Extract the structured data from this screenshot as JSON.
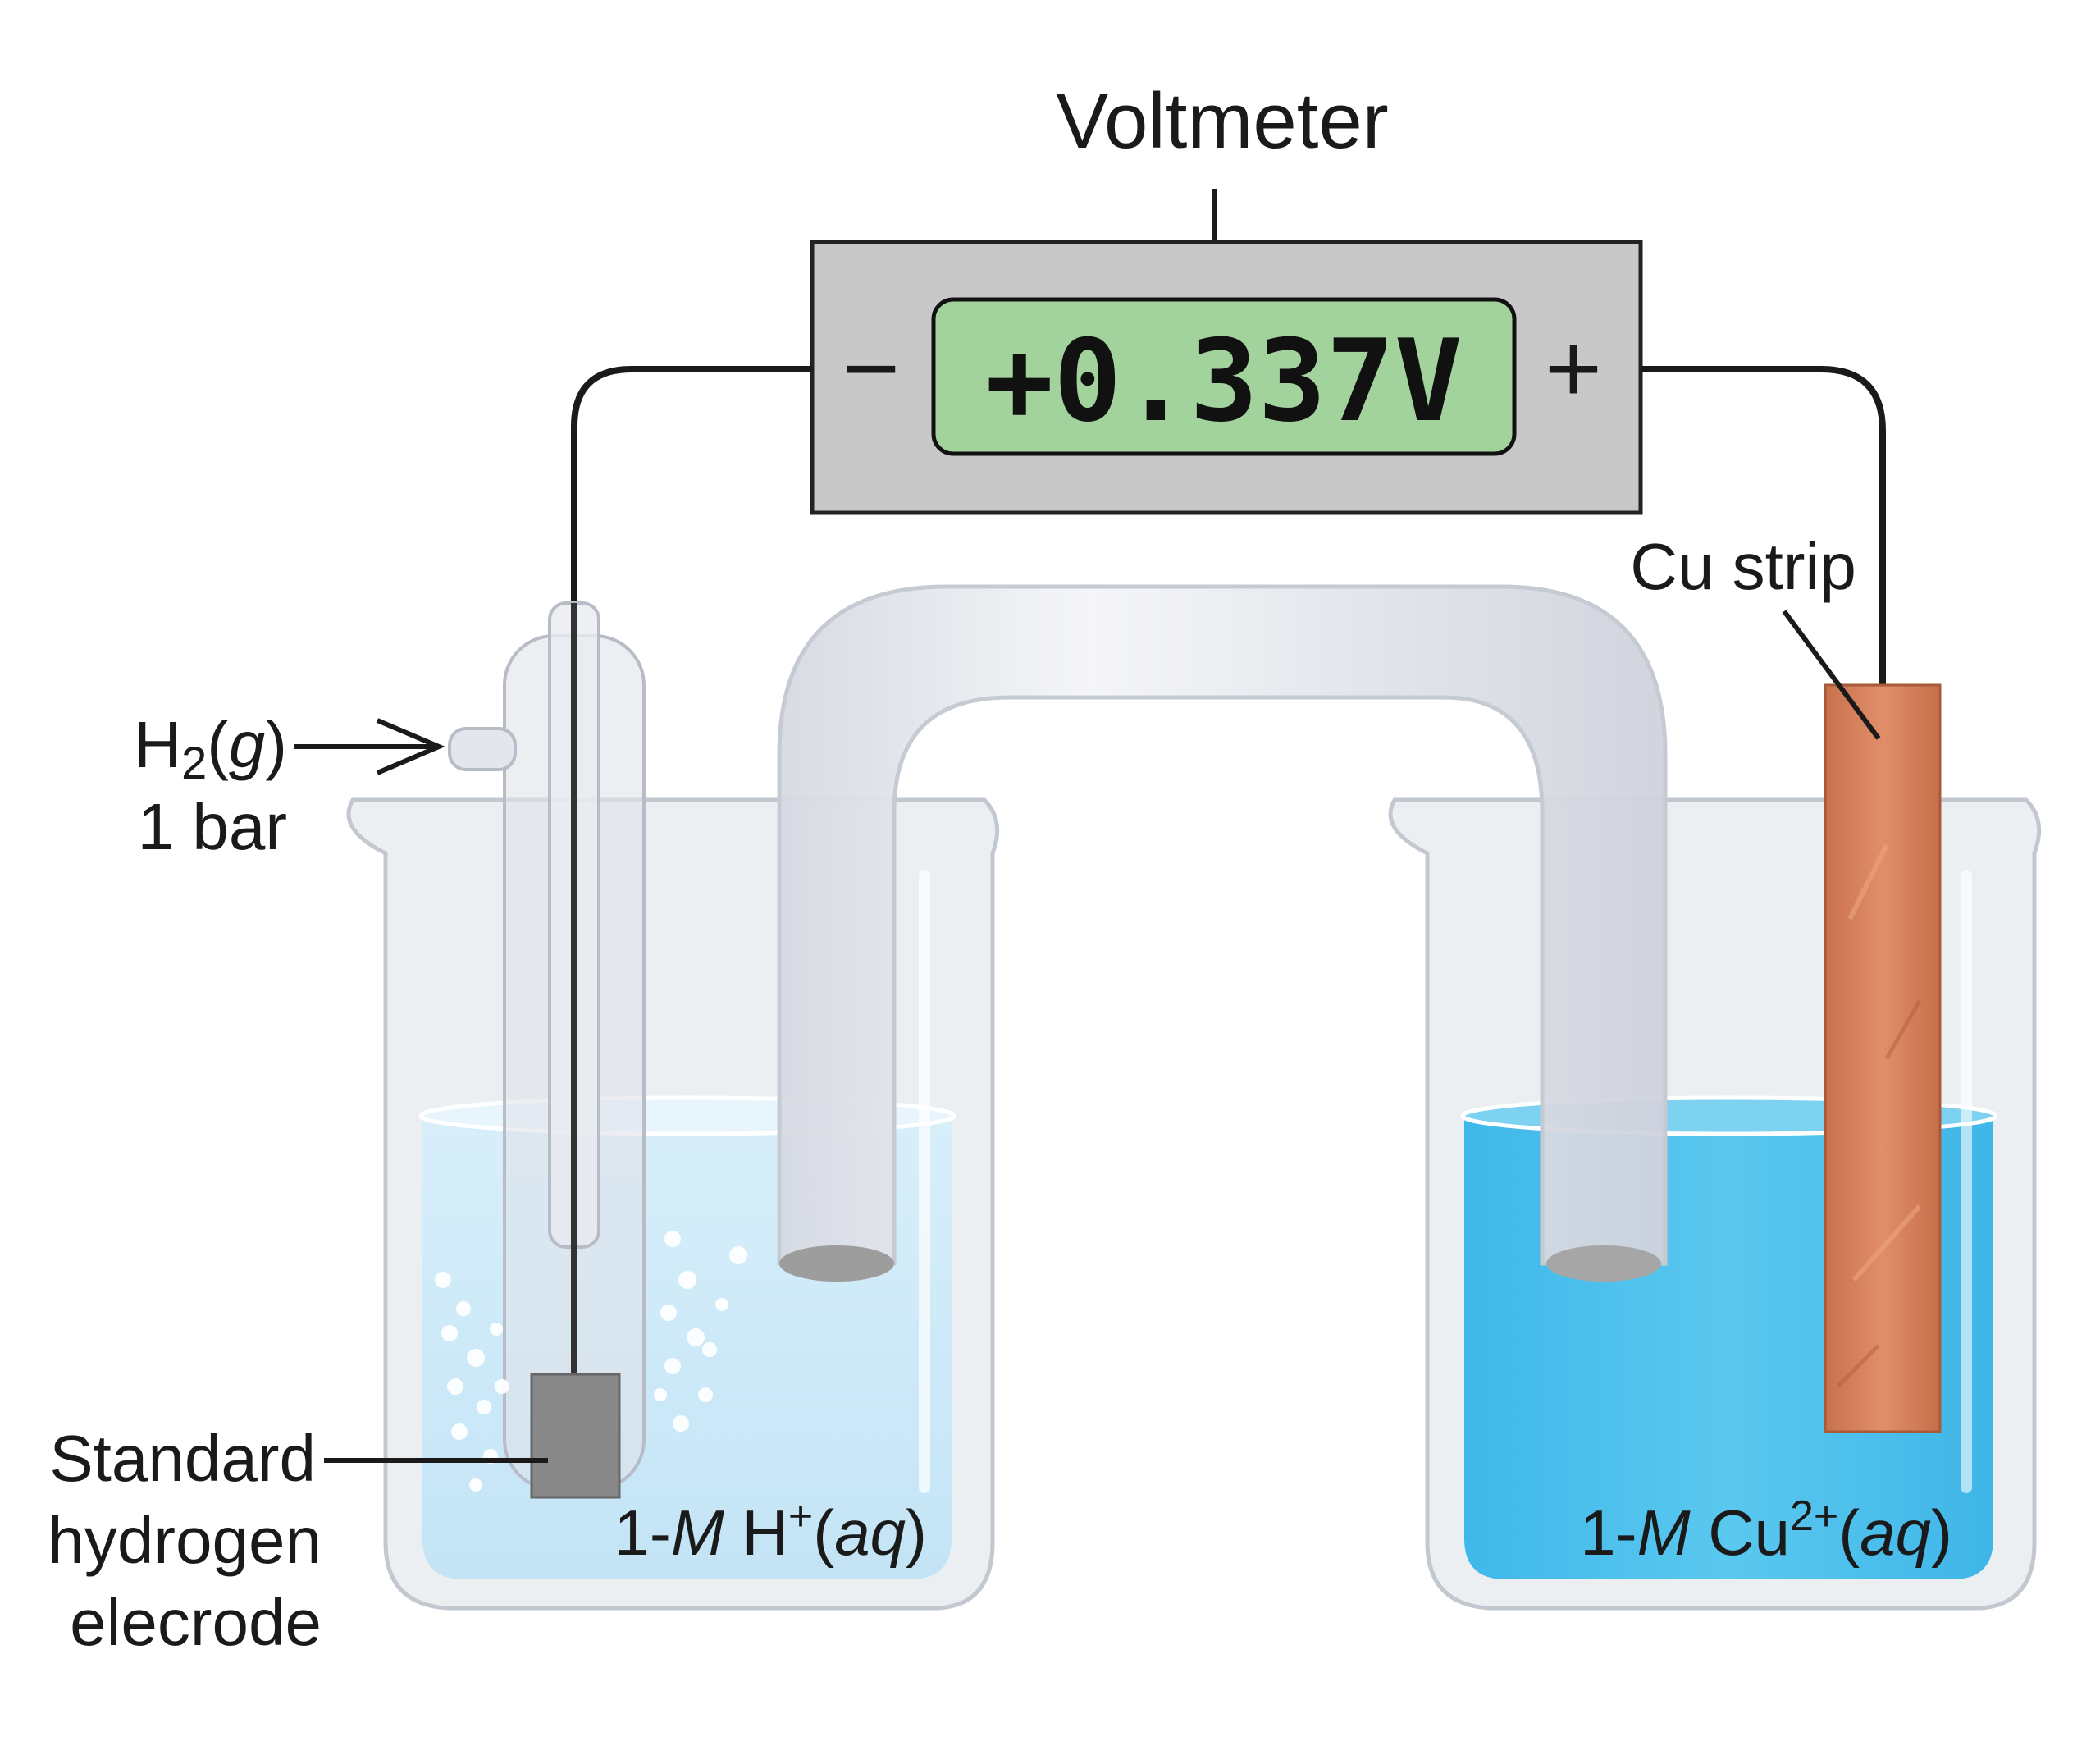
{
  "labels": {
    "voltmeter": "Voltmeter",
    "reading": "+0.337V",
    "minus": "−",
    "plus": "+",
    "cu_strip": "Cu strip",
    "h2_formula": "H",
    "h2_sub": "2",
    "h2_open": "(",
    "h2_g": "g",
    "h2_close": ")",
    "pressure": "1 bar",
    "she_line1": "Standard",
    "she_line2": "hydrogen",
    "she_line3": "elecrode",
    "left_sol_prefix": "1-",
    "left_sol_M": "M",
    "left_sol_ion": " H",
    "left_sol_charge": "+",
    "left_sol_open": "(",
    "left_sol_aq": "aq",
    "left_sol_close": ")",
    "right_sol_prefix": "1-",
    "right_sol_M": "M",
    "right_sol_ion": " Cu",
    "right_sol_charge": "2+",
    "right_sol_open": "(",
    "right_sol_aq": "aq",
    "right_sol_close": ")"
  },
  "colors": {
    "lcd_screen": "#a3d39c",
    "meter_body": "#c8c8c8",
    "left_solution": "#cfeaf8",
    "right_solution": "#4cc1ec",
    "copper": "#d9835f",
    "glass": "#e4e7ec",
    "wire": "#1a1a1a"
  }
}
